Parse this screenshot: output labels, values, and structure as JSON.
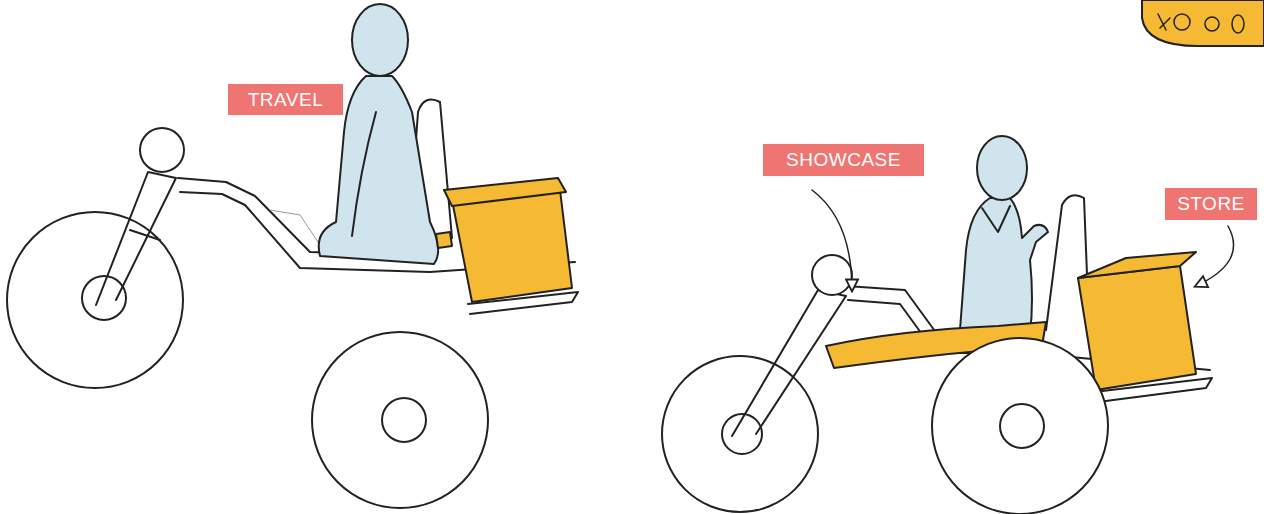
{
  "diagram": {
    "nodes": [
      {
        "text": [
          "TRAVEL"
        ]
      },
      {
        "text": [
          "SHOWCASE"
        ]
      },
      {
        "text": [
          "STORE"
        ]
      }
    ]
  }
}
